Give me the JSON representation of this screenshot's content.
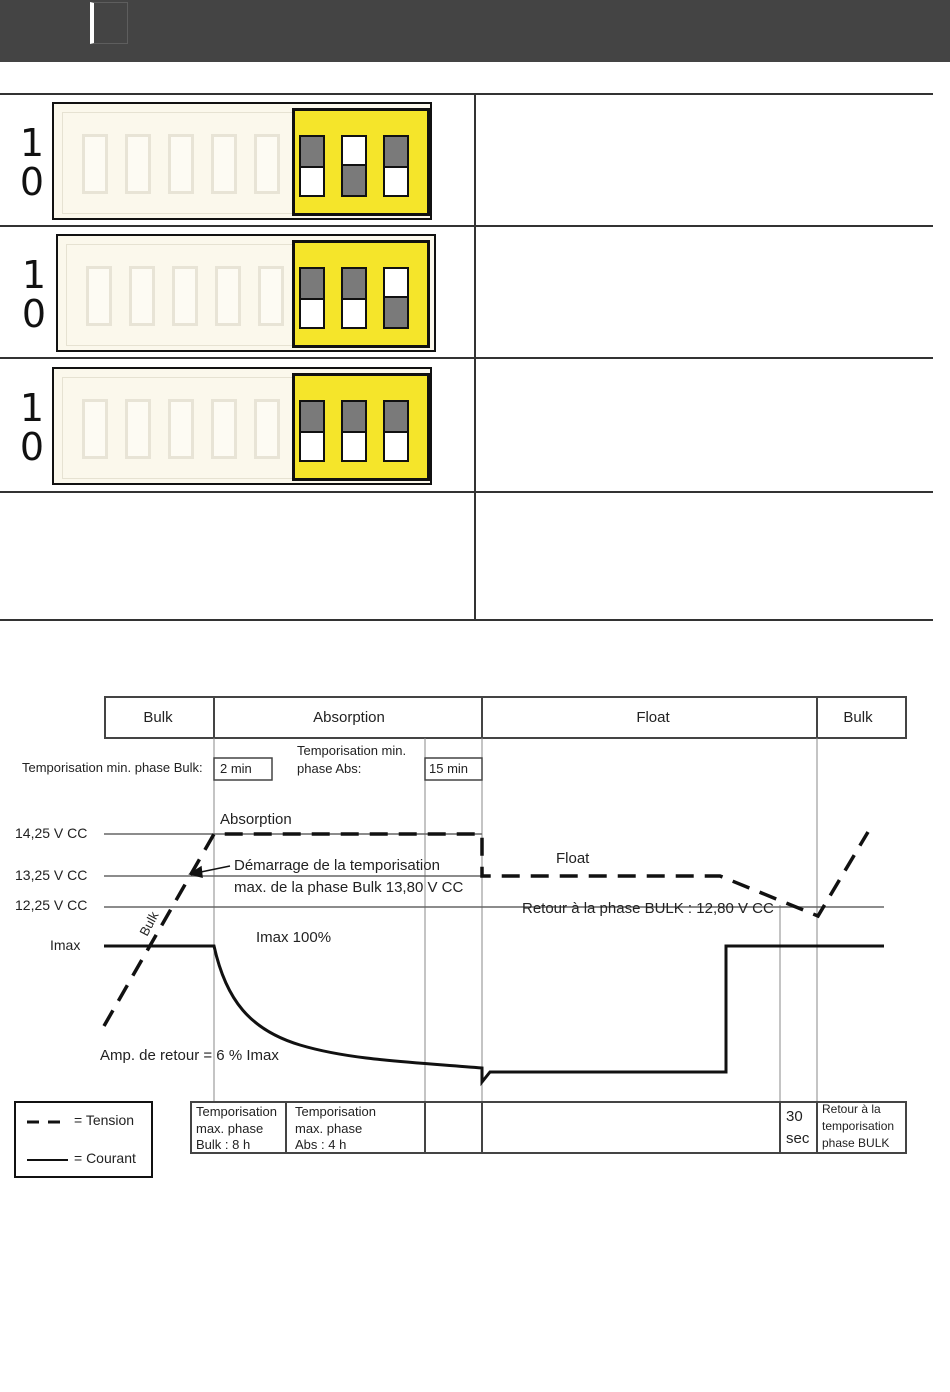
{
  "dip_rows": [
    {
      "switches": [
        "on",
        "off",
        "on"
      ]
    },
    {
      "switches": [
        "on",
        "on",
        "off"
      ]
    },
    {
      "switches": [
        "on",
        "on",
        "on"
      ]
    }
  ],
  "dip_digit_labels": {
    "one": "1",
    "zero": "0"
  },
  "chart": {
    "phases": [
      "Bulk",
      "Absorption",
      "Float",
      "Bulk"
    ],
    "bulk_min_timer_label": "Temporisation min. phase Bulk:",
    "bulk_min_timer_value": "2 min",
    "abs_min_timer_label_line1": "Temporisation min.",
    "abs_min_timer_label_line2": "phase Abs:",
    "abs_min_timer_value": "15 min",
    "voltage_levels": [
      "14,25 V CC",
      "13,25 V CC",
      "12,25 V CC"
    ],
    "imax_label": "Imax",
    "absorption_label": "Absorption",
    "float_label": "Float",
    "bulk_line_label": "Bulk",
    "bulk_timer_start_line1": "Démarrage de la temporisation",
    "bulk_timer_start_line2": "max. de la phase Bulk 13,80 V CC",
    "return_bulk_label": "Retour à la phase BULK : 12,80 V CC",
    "imax_percent_label": "Imax 100%",
    "return_amp_label": "Amp. de retour = 6 % Imax",
    "bottom_cells": [
      [
        "Temporisation",
        "max. phase",
        "Bulk : 8 h"
      ],
      [
        "Temporisation",
        "max. phase",
        "Abs : 4 h"
      ],
      [
        "30",
        "sec"
      ],
      [
        "Retour à la",
        "temporisation",
        "phase BULK"
      ]
    ],
    "legend": {
      "tension": "= Tension",
      "courant": "= Courant"
    }
  }
}
